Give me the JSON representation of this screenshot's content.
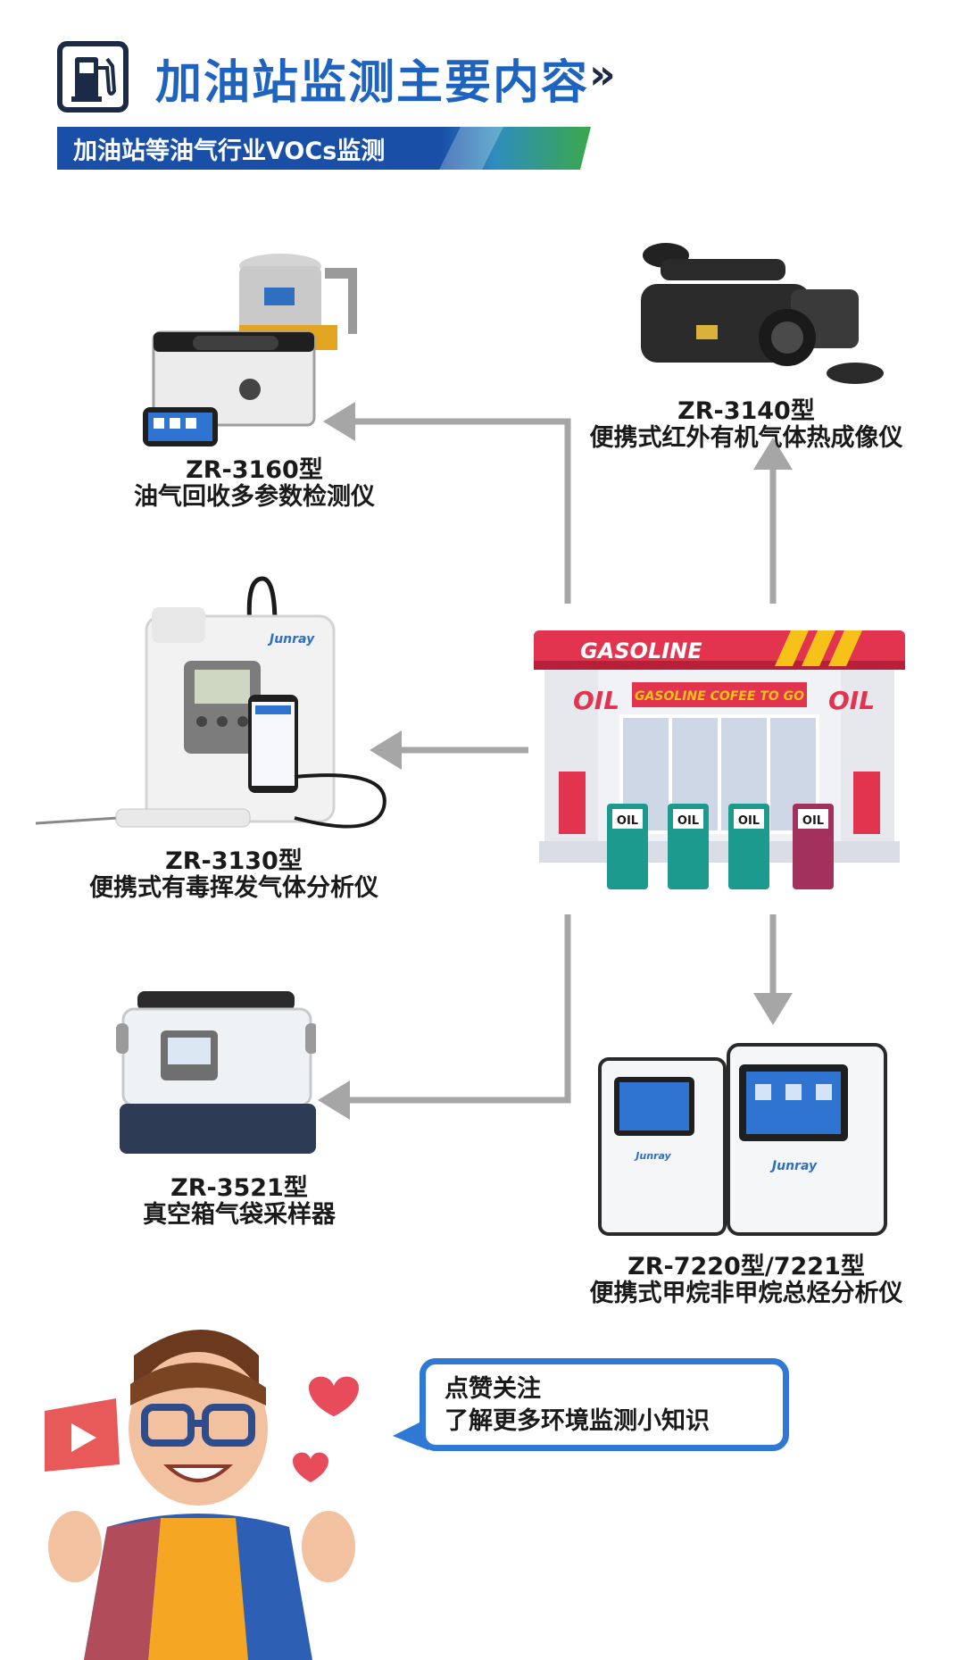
{
  "header": {
    "title": "加油站监测主要内容",
    "chevron": "»",
    "banner": "加油站等油气行业VOCs监测"
  },
  "station": {
    "sign": "GASOLINE",
    "left_oil": "OIL",
    "right_oil": "OIL",
    "marquee": "GASOLINE COFEE TO GO",
    "pump_label": "OIL"
  },
  "devices": [
    {
      "model": "ZR-3160型",
      "name": "油气回收多参数检测仪"
    },
    {
      "model": "ZR-3140型",
      "name": "便携式红外有机气体热成像仪"
    },
    {
      "model": "ZR-3130型",
      "name": "便携式有毒挥发气体分析仪"
    },
    {
      "model": "ZR-3521型",
      "name": "真空箱气袋采样器"
    },
    {
      "model": "ZR-7220型/7221型",
      "name": "便携式甲烷非甲烷总烃分析仪"
    }
  ],
  "brand": "Junray",
  "cta": {
    "line1": "点赞关注",
    "line2": "了解更多环境监测小知识"
  },
  "colors": {
    "title_blue": "#1e63c0",
    "banner_blue": "#1a4fa8",
    "banner_green": "#3aa84a",
    "arrow_gray": "#a6a6a6",
    "station_red": "#e2334f",
    "bubble_blue": "#2f78d6"
  }
}
